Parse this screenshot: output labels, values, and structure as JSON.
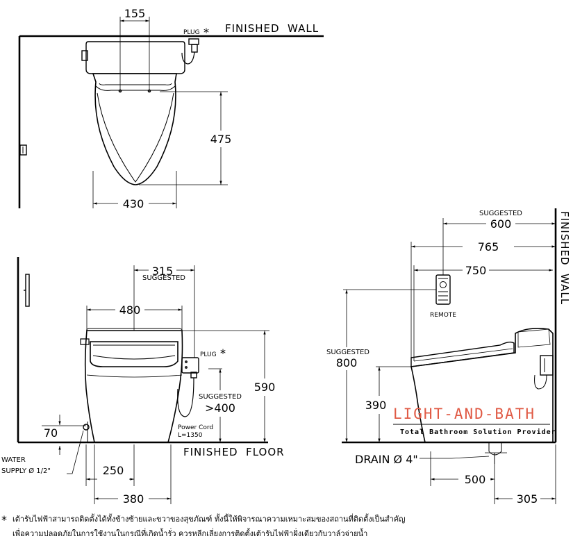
{
  "plan_view": {
    "finished_wall": "FINISHED  WALL",
    "plug": "PLUG",
    "asterisk": "*",
    "dim_bidet_holes": "155",
    "dim_seat_length": "475",
    "dim_width": "430"
  },
  "front_view": {
    "suggested_remote": "SUGGESTED",
    "dim_remote_offset": "315",
    "dim_width": "480",
    "plug": "PLUG",
    "asterisk": "*",
    "suggested_plug": "SUGGESTED",
    "dim_plug_height": ">400",
    "dim_height": "590",
    "power_cord": "Power Cord",
    "power_cord_length": "L=1350",
    "dim_supply_height": "70",
    "water_supply_line1": "WATER",
    "water_supply_line2": "SUPPLY Ø 1/2\"",
    "dim_supply_offset": "250",
    "dim_base_width": "380",
    "finished_floor": "FINISHED  FLOOR"
  },
  "side_view": {
    "finished_wall": "FINISHED  WALL",
    "suggested_remote": "SUGGESTED",
    "dim_remote": "600",
    "dim_length_1": "765",
    "dim_length_2": "750",
    "remote_label": "REMOTE",
    "suggested_remote_height": "SUGGESTED",
    "dim_remote_height": "800",
    "dim_seat_height": "390",
    "drain": "DRAIN Ø 4\"",
    "dim_drain": "500",
    "dim_rough_in": "305"
  },
  "watermark": {
    "brand": "LIGHT-AND-BATH",
    "tagline": "Total Bathroom Solution Provider"
  },
  "footnote": {
    "asterisk": "*",
    "line1": "เต้ารับไฟฟ้าสามารถติดตั้งได้ทั้งข้างซ้ายและขวาของสุขภัณฑ์ ทั้งนี้ให้พิจารณาความเหมาะสมของสถานที่ติดตั้งเป็นสำคัญ",
    "line2": "เพื่อความปลอดภัยในการใช้งานในกรณีที่เกิดน้ำรั่ว ควรหลีกเลี่ยงการติดตั้งเต้ารับไฟฟ้าฝั่งเดียวกับวาล์วจ่ายน้ำ"
  }
}
